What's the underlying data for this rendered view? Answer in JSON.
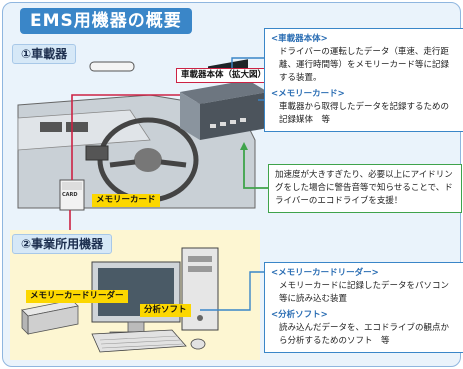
{
  "title": "EMS用機器の概要",
  "section1": "①車載器",
  "section2": "②事業所用機器",
  "labels": {
    "unit_main": "車載器本体（拡大図）",
    "memory_card": "メモリーカード",
    "card_text": "CARD",
    "reader": "メモリーカードリーダー",
    "software": "分析ソフト"
  },
  "info_top": {
    "h1": "<車載器本体>",
    "p1": "ドライバーの運転したデータ（車速、走行距離、運行時間等）をメモリーカード等に記録する装置。",
    "h2": "<メモリーカード>",
    "p2": "車載器から取得したデータを記録するための記録媒体　等"
  },
  "info_mid": "加速度が大きすぎたり、必要以上にアイドリングをした場合に警告音等で知らせることで、ドライバーのエコドライブを支援！",
  "info_bottom": {
    "h1": "<メモリーカードリーダー>",
    "p1": "メモリーカードに記録したデータをパソコン等に読み込む装置",
    "h2": "<分析ソフト>",
    "p2": "読み込んだデータを、エコドライブの観点から分析するためのソフト　等"
  },
  "colors": {
    "accent": "#3a86c8",
    "red": "#cc2244",
    "yellow": "#fcd700",
    "green": "#3fa34b"
  }
}
